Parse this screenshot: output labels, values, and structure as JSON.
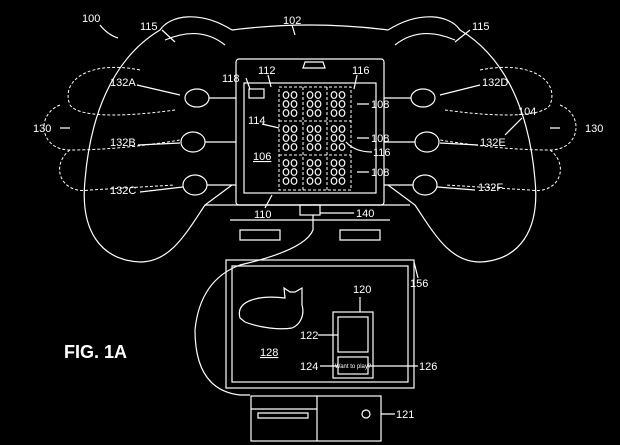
{
  "figure": {
    "title": "FIG. 1A",
    "labels": {
      "l100": "100",
      "l115a": "115",
      "l115b": "115",
      "l102": "102",
      "l132A": "132A",
      "l118": "118",
      "l112": "112",
      "l116a": "116",
      "l132D": "132D",
      "l104": "104",
      "l130a": "130",
      "l130b": "130",
      "l108a": "108",
      "l108b": "108",
      "l108c": "108",
      "l114": "114",
      "l132B": "132B",
      "l132E": "132E",
      "l116b": "116",
      "l106": "106",
      "l132C": "132C",
      "l132F": "132F",
      "l110": "110",
      "l140": "140",
      "l156": "156",
      "l120": "120",
      "l122": "122",
      "l128": "128",
      "l124": "124",
      "l126": "126",
      "l121": "121"
    },
    "prompt_text": "Want to play?"
  },
  "colors": {
    "background": "#000000",
    "line": "#ffffff"
  }
}
